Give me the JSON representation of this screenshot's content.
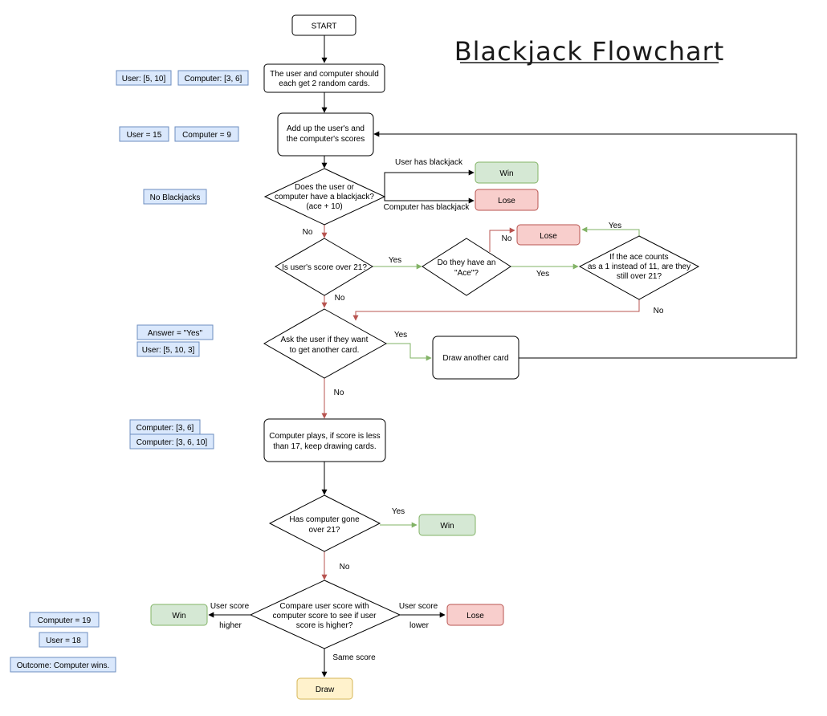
{
  "title": "Blackjack Flowchart",
  "colors": {
    "line": "#000000",
    "green_line": "#82b366",
    "red_line": "#b85450",
    "note_fill": "#dae8fc",
    "note_stroke": "#6c8ebf",
    "win_fill": "#d5e8d4",
    "win_stroke": "#82b366",
    "lose_fill": "#f8cecc",
    "lose_stroke": "#b85450",
    "draw_fill": "#fff2cc",
    "draw_stroke": "#d6b656"
  },
  "nodes": {
    "start": "START",
    "deal": [
      "The user and computer should",
      "each get 2 random cards."
    ],
    "add": [
      "Add up the user's and",
      "the computer's scores"
    ],
    "blackjack": [
      "Does the user or",
      "computer have a blackjack?",
      "(ace + 10)"
    ],
    "over21": [
      "Is user's score over 21?"
    ],
    "ace": [
      "Do they have an",
      "\"Ace\"?"
    ],
    "ace_check": [
      "If the ace counts",
      "as a 1 instead of 11, are they",
      "still over 21?"
    ],
    "another": [
      "Ask the user if they want",
      "to get another card."
    ],
    "draw_card": "Draw another card",
    "comp_plays": [
      "Computer plays, if score is less",
      "than 17, keep drawing cards."
    ],
    "comp_over": [
      "Has computer gone",
      "over 21?"
    ],
    "compare": [
      "Compare user score with",
      "computer score to see if user",
      "score is higher?"
    ]
  },
  "outcomes": {
    "win": "Win",
    "lose": "Lose",
    "draw": "Draw"
  },
  "edge_labels": {
    "user_blackjack": "User has blackjack",
    "computer_blackjack": "Computer has blackjack",
    "yes": "Yes",
    "no": "No",
    "user_score": "User score",
    "higher": "higher",
    "lower": "lower",
    "same_score": "Same score"
  },
  "notes": {
    "user_cards": "User: [5, 10]",
    "computer_cards": "Computer: [3, 6]",
    "user_total": "User = 15",
    "computer_total": "Computer = 9",
    "no_blackjacks": "No Blackjacks",
    "answer": "Answer = \"Yes\"",
    "user_cards_2": "User: [5, 10, 3]",
    "computer_cards_2": "Computer: [3, 6]",
    "computer_cards_3": "Computer: [3, 6, 10]",
    "computer_final": "Computer = 19",
    "user_final": "User = 18",
    "outcome": "Outcome: Computer wins."
  }
}
